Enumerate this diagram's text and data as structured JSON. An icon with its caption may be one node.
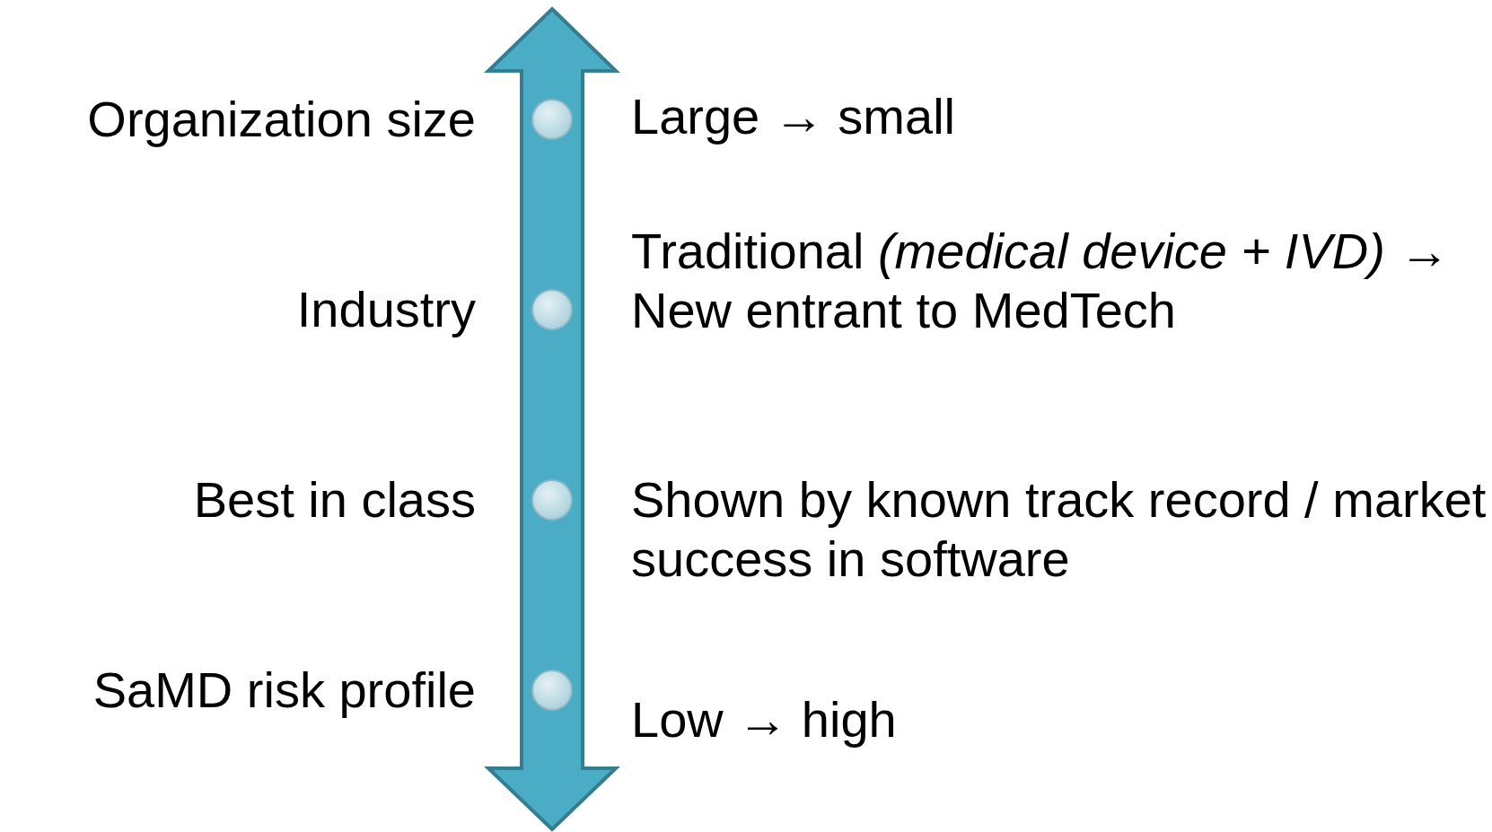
{
  "diagram": {
    "labels": [
      "Organization size",
      "Large → small",
      "Industry",
      "Traditional *(medical device + IVD)* → New entrant to MedTech",
      "Best in class",
      "Shown by known track record / market success in software",
      "SaMD risk profile",
      "Low → high"
    ]
  }
}
